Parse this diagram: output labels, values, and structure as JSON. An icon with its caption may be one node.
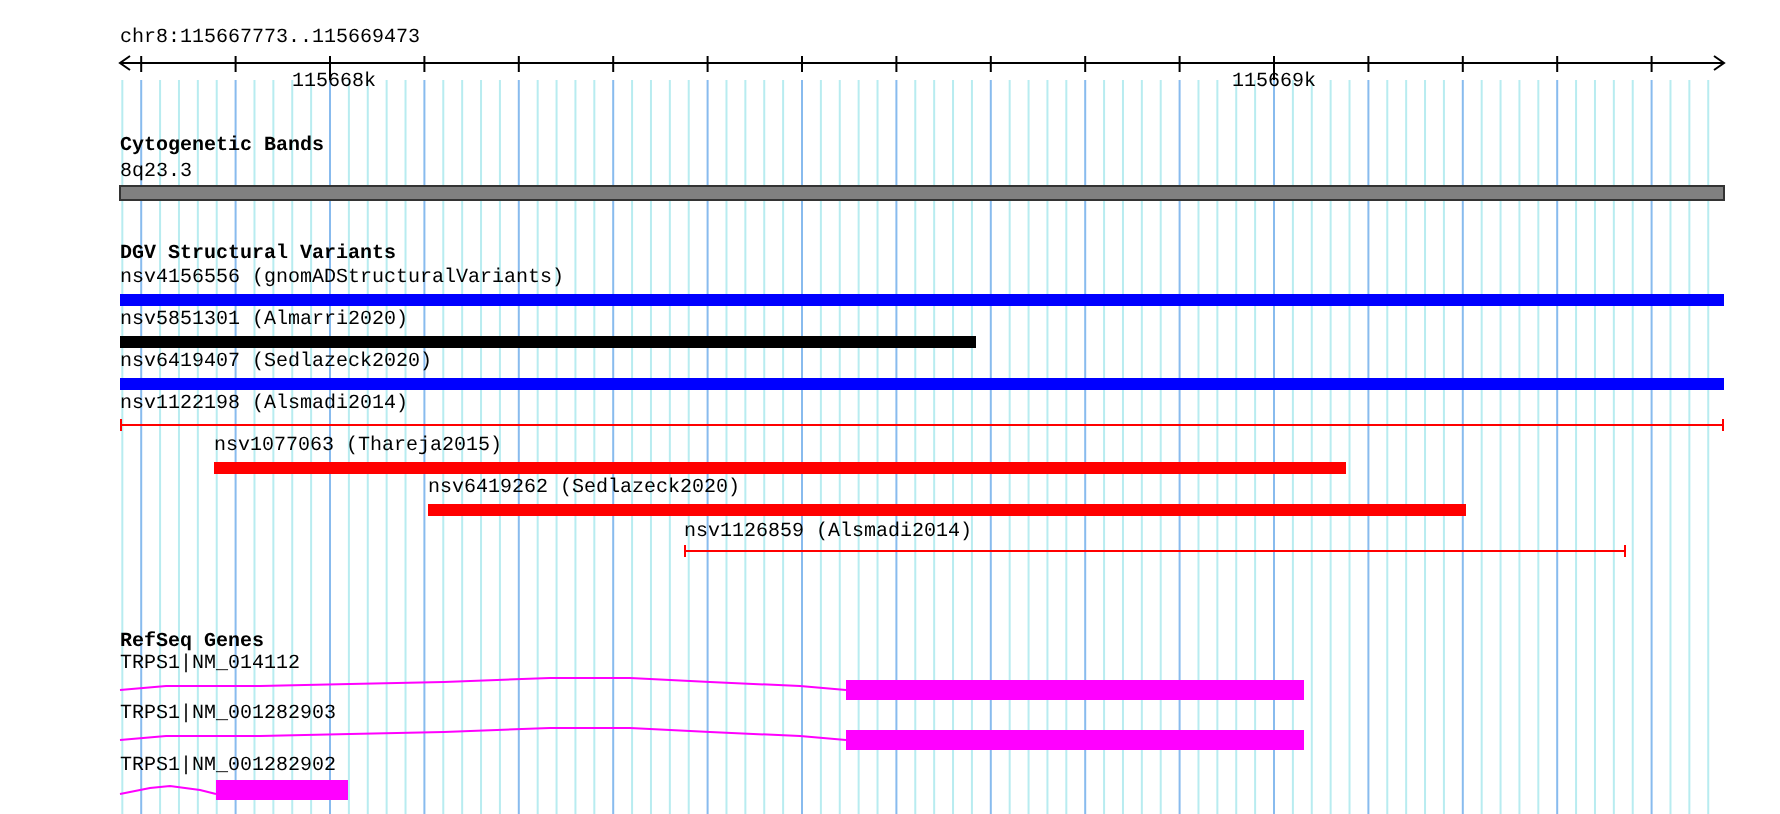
{
  "diagram": {
    "nodes": [
      {
        "text": [
          "8q23.3"
        ]
      },
      {
        "text": [
          "nsv4156556 (gnomADStructuralVariants)"
        ]
      },
      {
        "text": [
          "nsv5851301 (Almarri2020)"
        ]
      },
      {
        "text": [
          "nsv6419407 (Sedlazeck2020)"
        ]
      },
      {
        "text": [
          "nsv1122198 (Alsmadi2014)"
        ]
      },
      {
        "text": [
          "nsv1077063 (Thareja2015)"
        ]
      },
      {
        "text": [
          "nsv6419262 (Sedlazeck2020)"
        ]
      },
      {
        "text": [
          "nsv1126859 (Alsmadi2014)"
        ]
      },
      {
        "text": [
          "TRPS1|NM_014112"
        ]
      },
      {
        "text": [
          "TRPS1|NM_001282903"
        ]
      },
      {
        "text": [
          "TRPS1|NM_001282902"
        ]
      }
    ],
    "edges": [],
    "labels": [
      "chr8:115667773..115669473",
      "115668k",
      "115669k",
      "Cytogenetic Bands",
      "DGV Structural Variants",
      "RefSeq Genes"
    ]
  }
}
